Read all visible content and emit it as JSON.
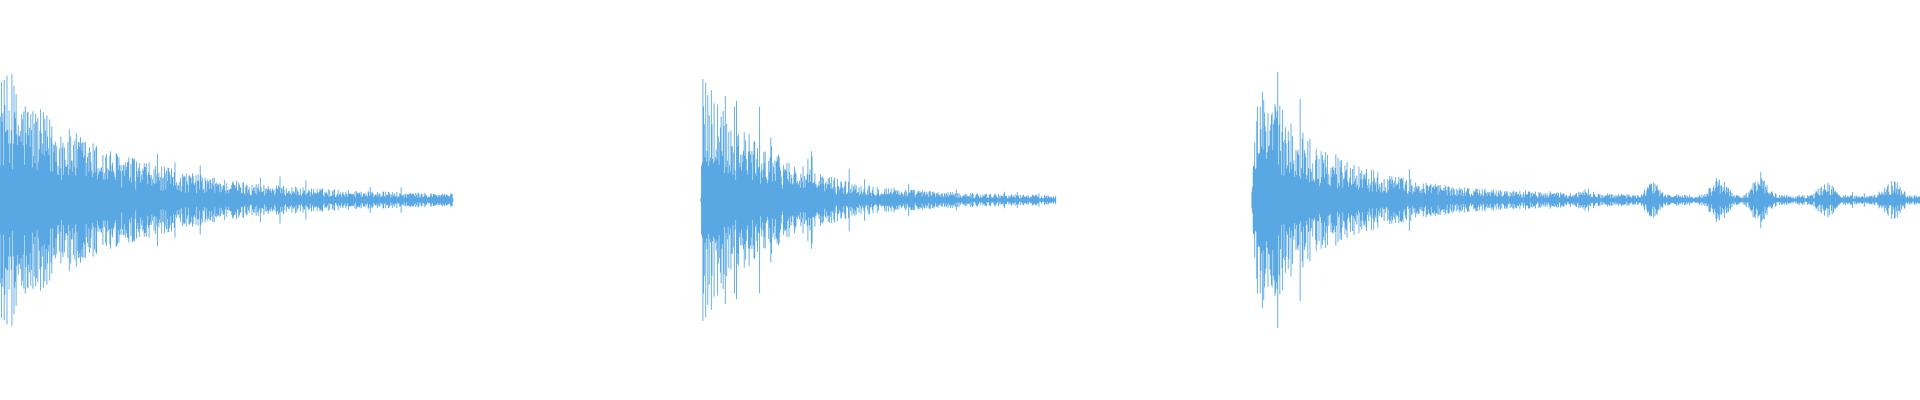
{
  "waveform": {
    "color": "#5aa8e3",
    "background": "#ffffff",
    "amplitude_scale": 1.0,
    "clips": [
      {
        "start_fraction": 0.0,
        "end_fraction": 0.236,
        "attack_fraction": 0.0,
        "peak_level": 1.0,
        "decay_rate": 0.25,
        "tail_level": 0.035,
        "bursts": [
          {
            "pos": 0.015,
            "level": 1.0
          },
          {
            "pos": 0.03,
            "level": 0.95
          },
          {
            "pos": 0.07,
            "level": 0.6
          },
          {
            "pos": 0.12,
            "level": 0.3
          }
        ]
      },
      {
        "start_fraction": 0.365,
        "end_fraction": 0.55,
        "attack_fraction": 0.005,
        "peak_level": 1.0,
        "decay_rate": 0.2,
        "tail_level": 0.035,
        "bursts": [
          {
            "pos": 0.03,
            "level": 1.0
          },
          {
            "pos": 0.06,
            "level": 0.8
          },
          {
            "pos": 0.12,
            "level": 0.35
          }
        ]
      },
      {
        "start_fraction": 0.652,
        "end_fraction": 1.0,
        "attack_fraction": 0.004,
        "peak_level": 0.95,
        "decay_rate": 0.12,
        "tail_level": 0.04,
        "bursts": [
          {
            "pos": 0.02,
            "level": 0.95
          },
          {
            "pos": 0.04,
            "level": 0.9
          },
          {
            "pos": 0.08,
            "level": 0.6
          },
          {
            "pos": 0.5,
            "level": 0.12
          },
          {
            "pos": 0.6,
            "level": 0.2
          },
          {
            "pos": 0.7,
            "level": 0.3
          },
          {
            "pos": 0.76,
            "level": 0.28
          },
          {
            "pos": 0.86,
            "level": 0.22
          },
          {
            "pos": 0.96,
            "level": 0.25
          }
        ]
      }
    ]
  }
}
